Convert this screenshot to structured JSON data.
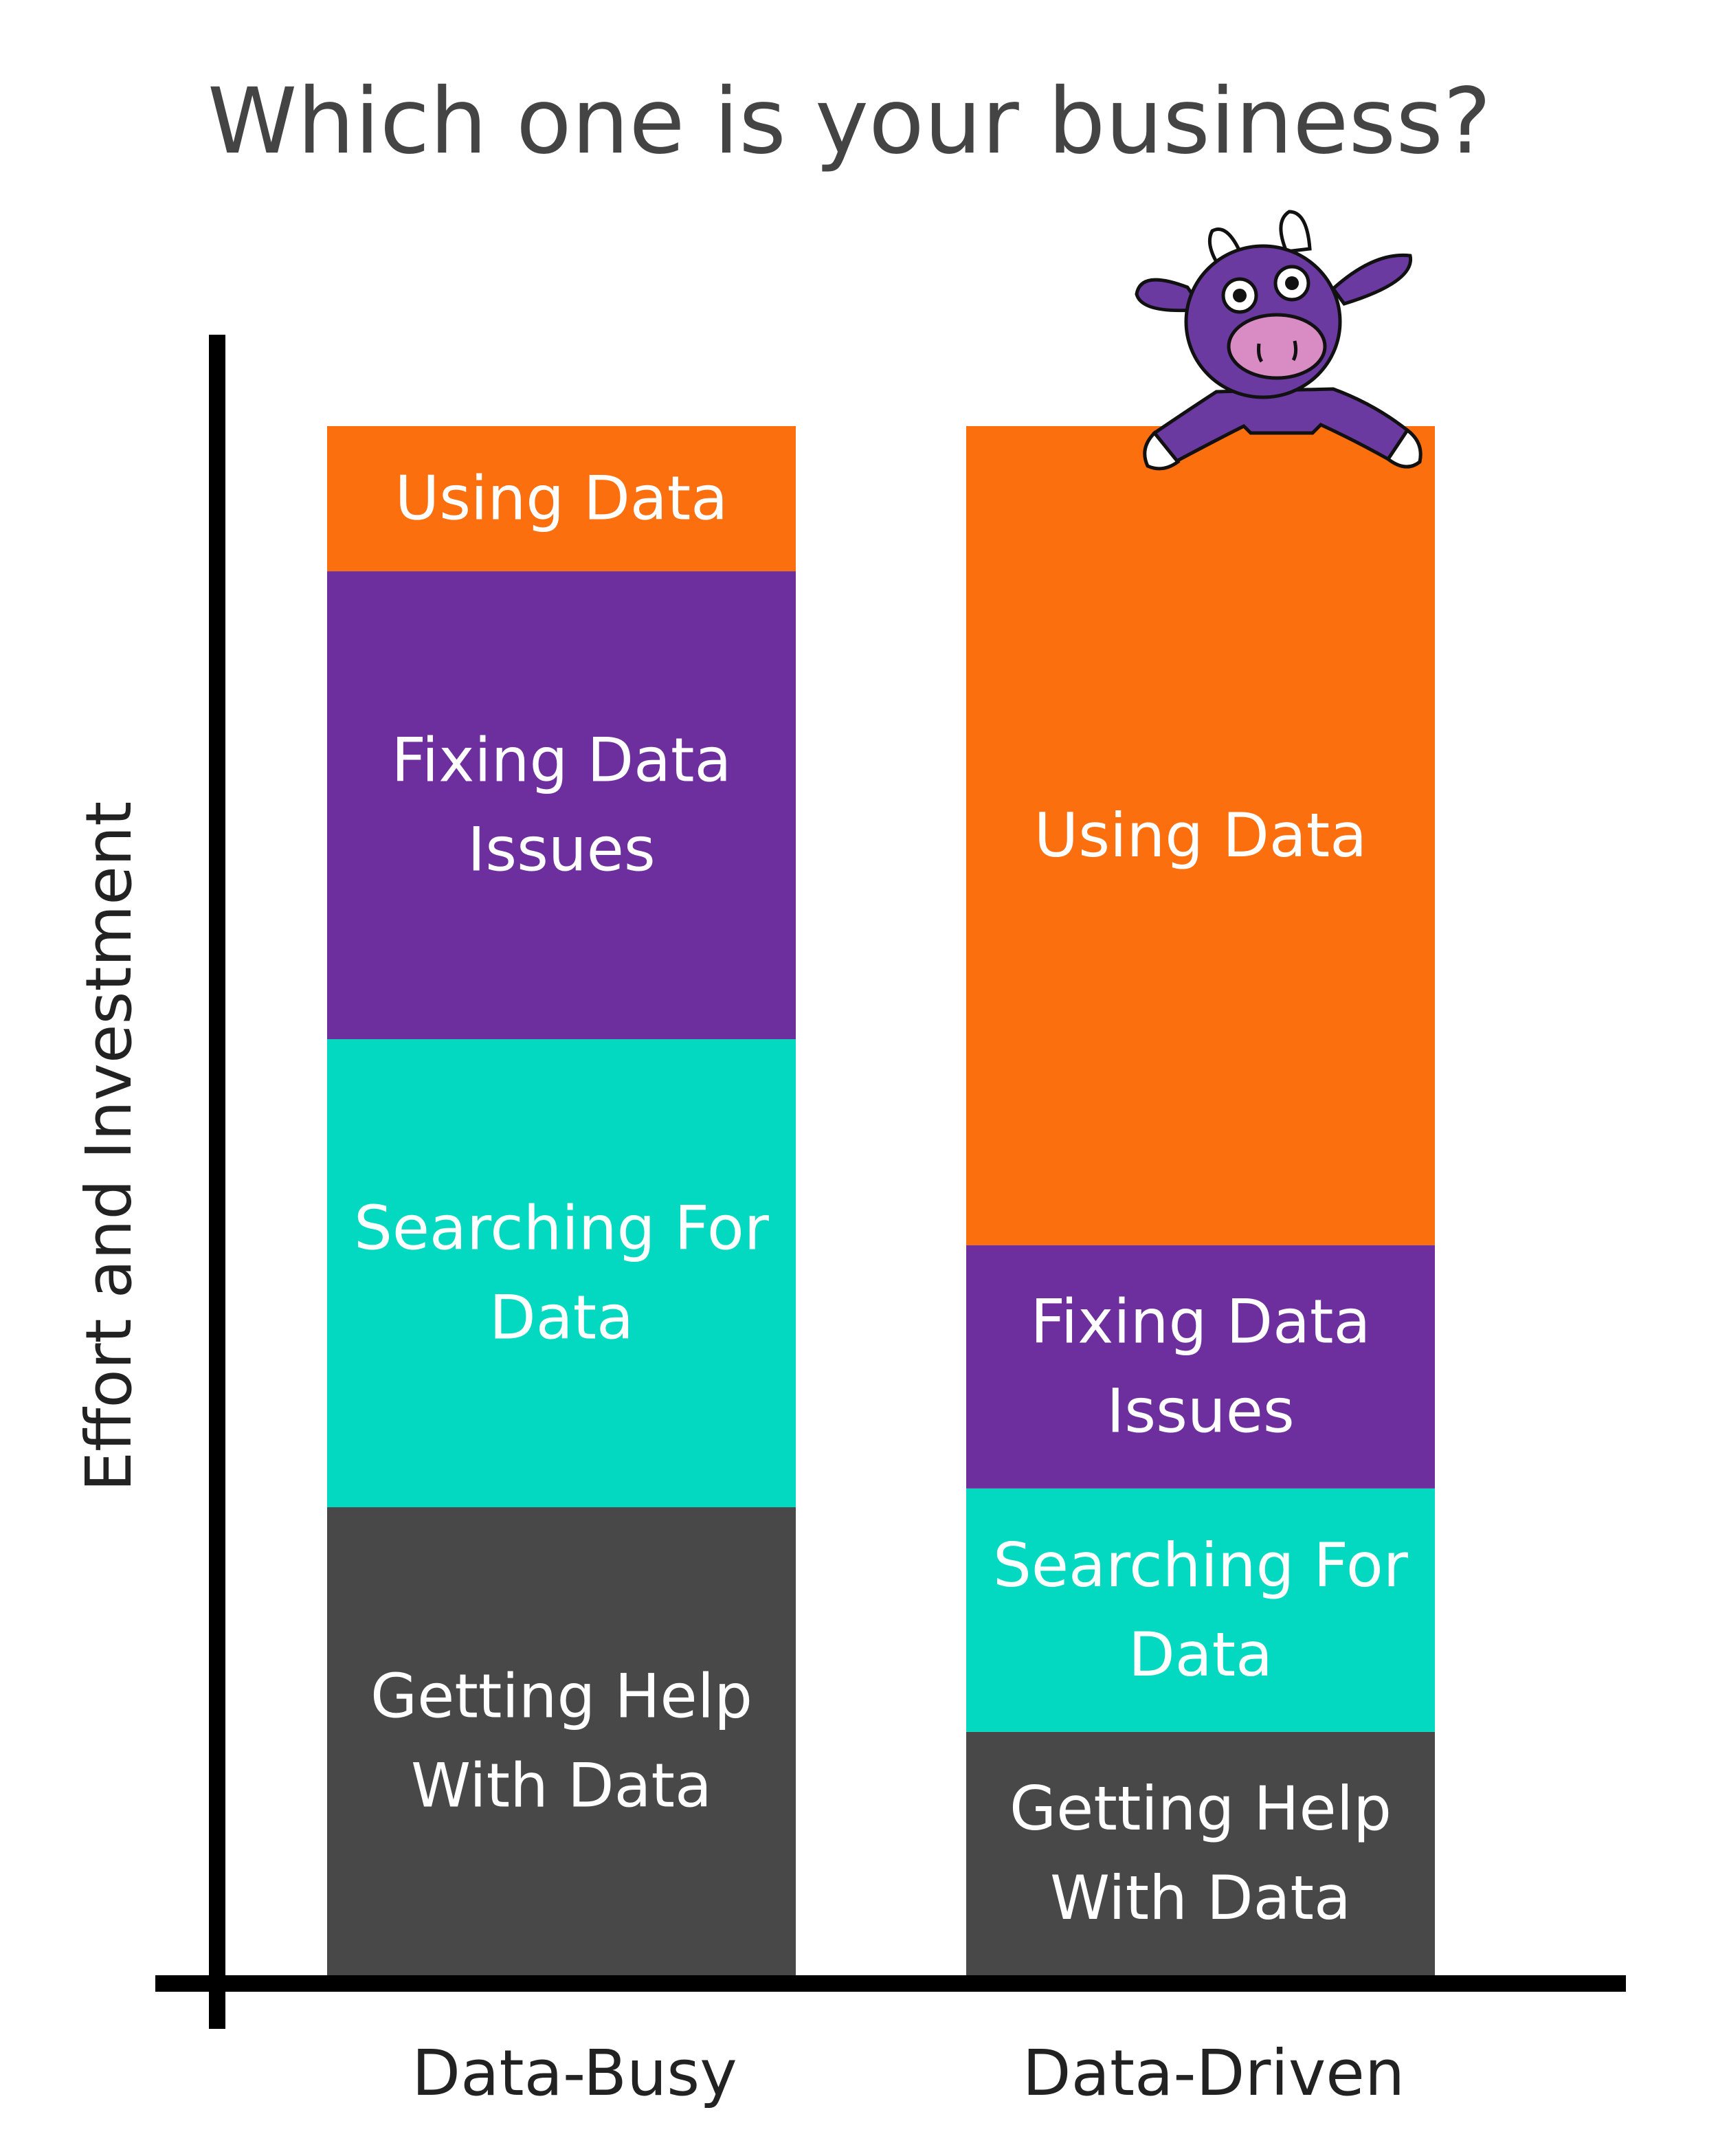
{
  "chart_data": {
    "type": "bar",
    "stacked": true,
    "title": "Which one is your business?",
    "ylabel": "Effort and Investment",
    "xlabel": "",
    "categories": [
      "Data-Busy",
      "Data-Driven"
    ],
    "series": [
      {
        "name": "Getting Help With Data",
        "color": "#484848",
        "values": [
          1,
          0.52
        ],
        "labels": [
          [
            "Getting Help",
            "With Data"
          ],
          [
            "Getting Help",
            "With Data"
          ]
        ]
      },
      {
        "name": "Searching For Data",
        "color": "#02D9C0",
        "values": [
          1,
          0.52
        ],
        "labels": [
          [
            "Searching For",
            "Data"
          ],
          [
            "Searching For",
            "Data"
          ]
        ]
      },
      {
        "name": "Fixing Data Issues",
        "color": "#6E2F9E",
        "values": [
          1,
          0.52
        ],
        "labels": [
          [
            "Fixing Data",
            "Issues"
          ],
          [
            "Fixing Data",
            "Issues"
          ]
        ]
      },
      {
        "name": "Using Data",
        "color": "#FB6F0F",
        "values": [
          0.31,
          1.75
        ],
        "labels": [
          [
            "Using Data"
          ],
          [
            "Using Data"
          ]
        ]
      }
    ],
    "ylim": [
      0,
      3.31
    ],
    "grid": false,
    "legend": "none",
    "mascot": "purple-cow-illustration"
  }
}
